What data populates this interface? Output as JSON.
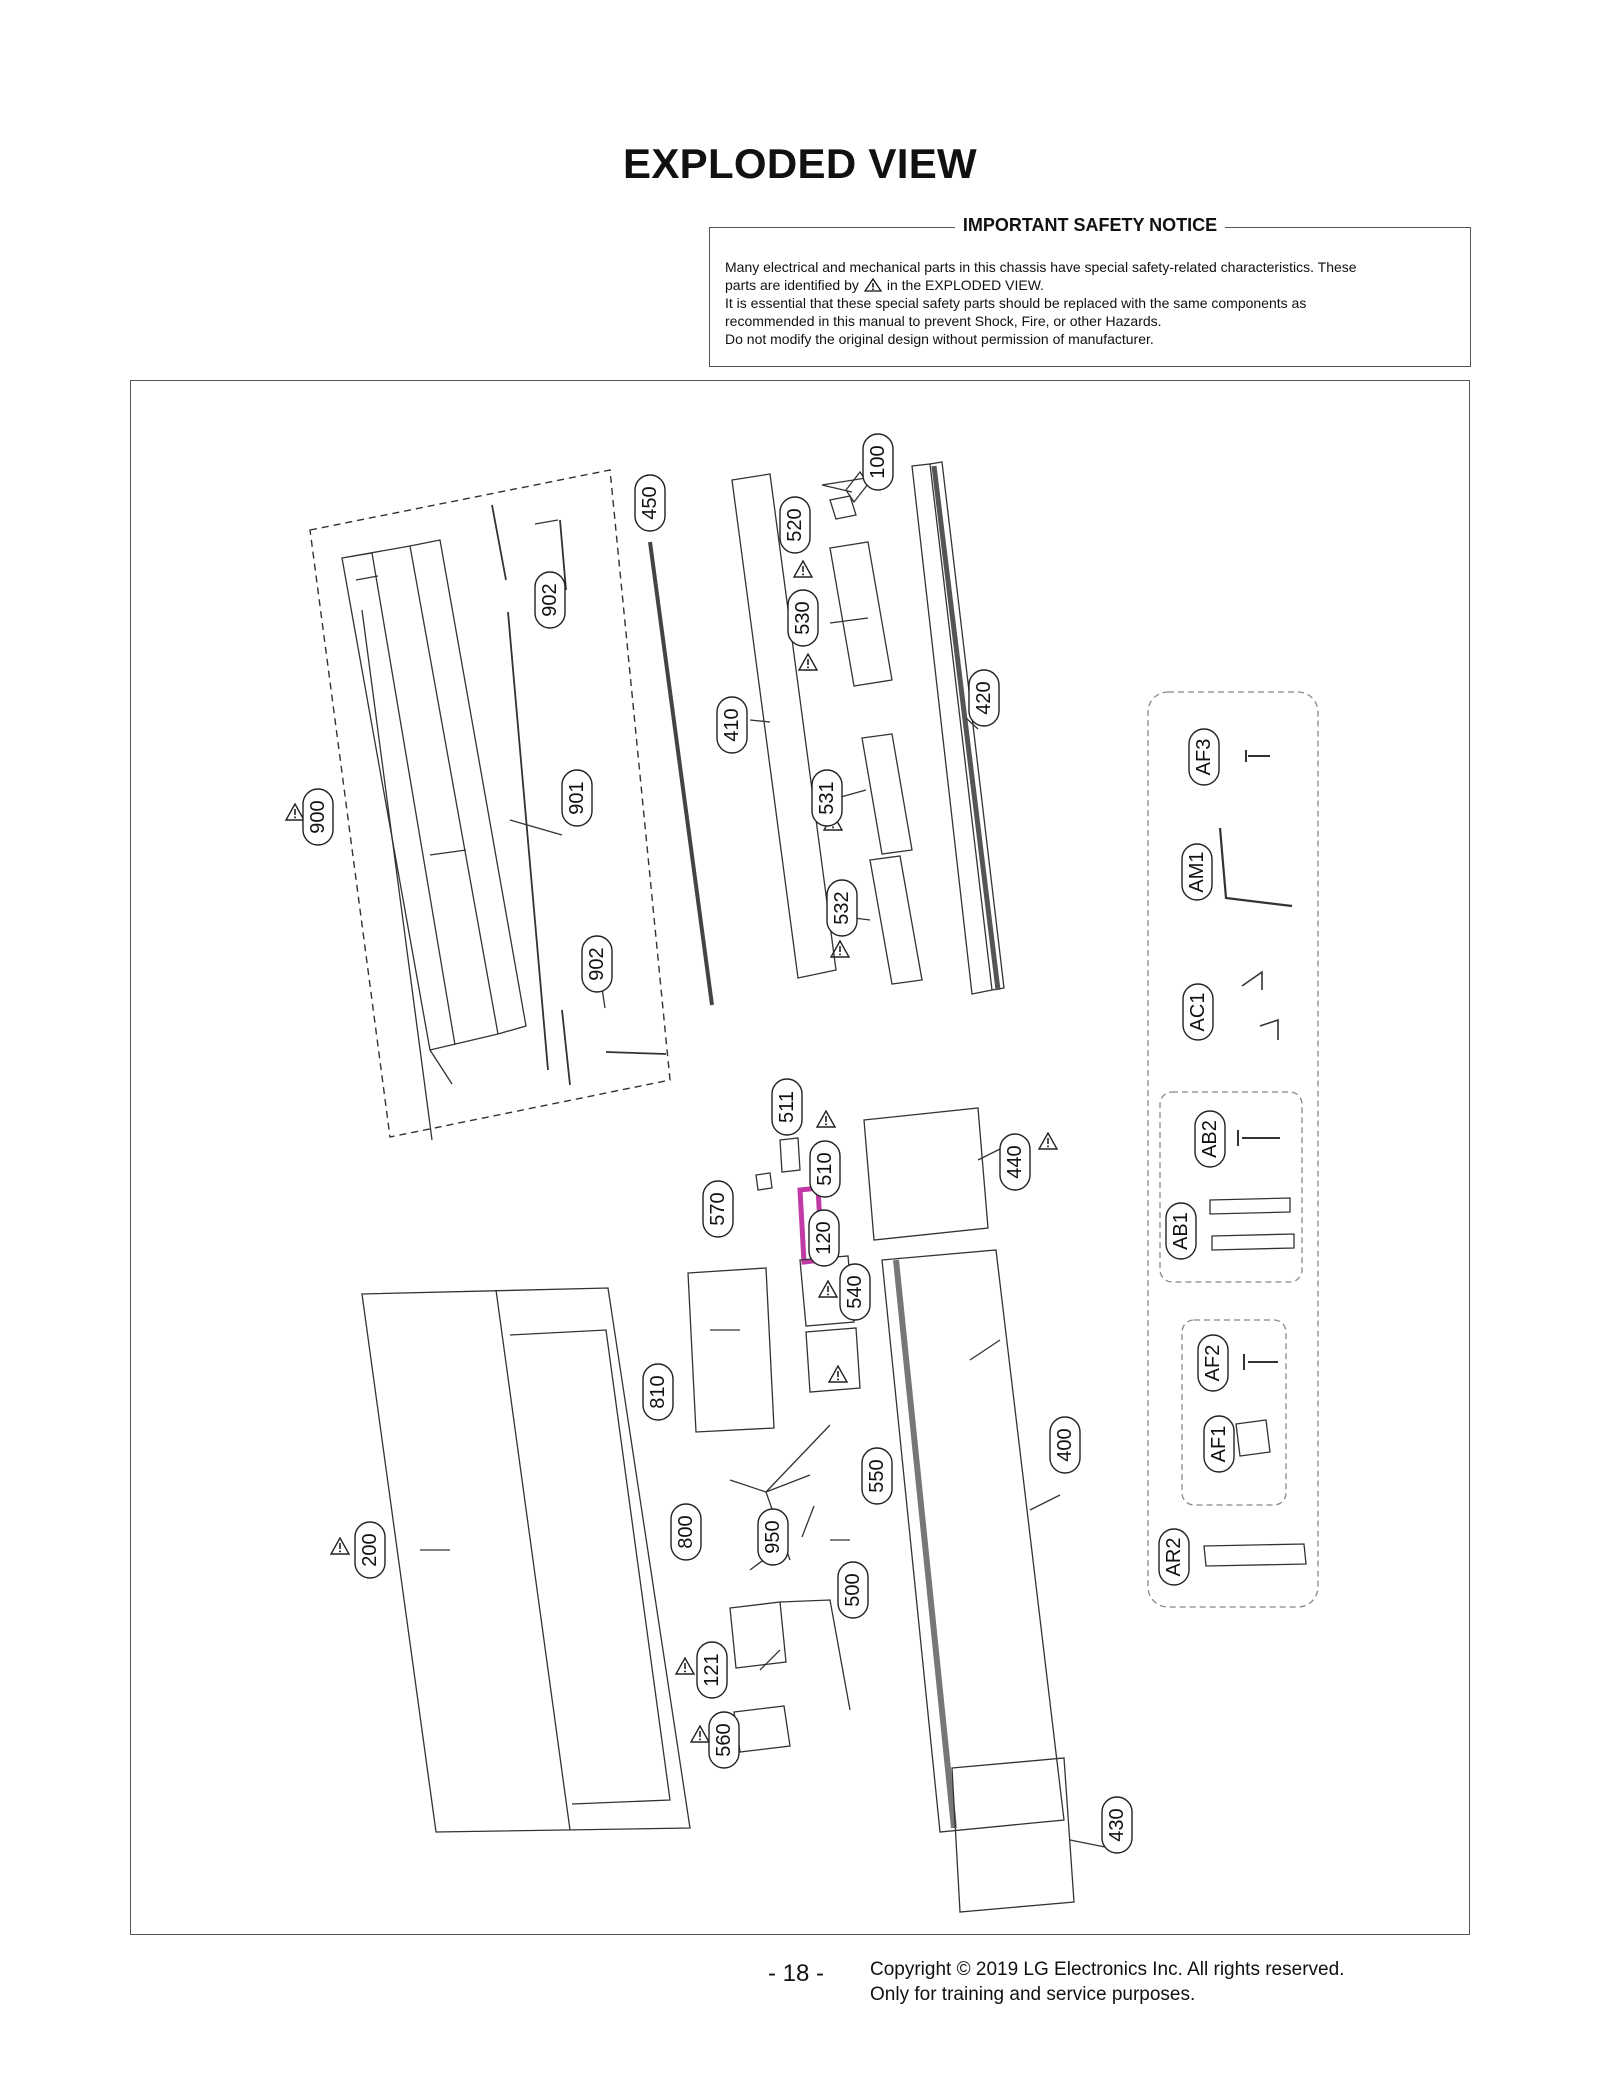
{
  "title": "EXPLODED VIEW",
  "notice": {
    "heading": "IMPORTANT SAFETY NOTICE",
    "line1": "Many electrical and mechanical parts in this chassis have special safety-related characteristics. These",
    "line2a": "parts are identified by",
    "line2b": "in the EXPLODED VIEW.",
    "line3": "It is essential that these special safety parts should be replaced with the same components as",
    "line4": "recommended in this manual to prevent Shock, Fire, or other Hazards.",
    "line5": "Do not modify the original design without permission of manufacturer."
  },
  "part_labels": {
    "p100": "100",
    "p450": "450",
    "p520": "520",
    "p530": "530",
    "p902a": "902",
    "p410": "410",
    "p420": "420",
    "p900": "900",
    "p901": "901",
    "p531": "531",
    "p532": "532",
    "p902b": "902",
    "p511": "511",
    "p510": "510",
    "p440": "440",
    "p570": "570",
    "p120": "120",
    "p540": "540",
    "p810": "810",
    "p400": "400",
    "p550": "550",
    "p200": "200",
    "p800": "800",
    "p950": "950",
    "p500": "500",
    "p121": "121",
    "p560": "560",
    "p430": "430",
    "AF3": "AF3",
    "AM1": "AM1",
    "AC1": "AC1",
    "AB2": "AB2",
    "AB1": "AB1",
    "AF2": "AF2",
    "AF1": "AF1",
    "AR2": "AR2"
  },
  "footer": {
    "page_number": "- 18 -",
    "copyright": "Copyright © 2019 LG Electronics Inc. All rights reserved.",
    "purpose": "Only for training and service purposes."
  },
  "colors": {
    "line": "#333333",
    "highlight": "#c23aa6"
  }
}
